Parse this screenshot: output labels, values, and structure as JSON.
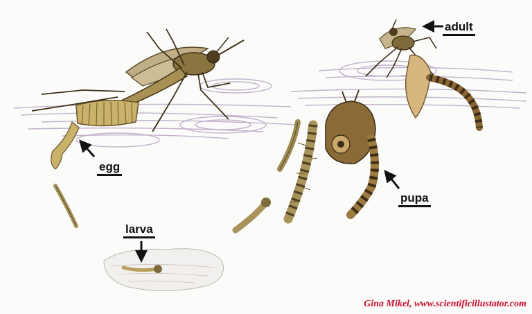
{
  "labels": {
    "egg": "egg",
    "larva": "larva",
    "pupa": "pupa",
    "adult": "adult"
  },
  "credit": "Gina Mikel, www.scientificillustator.com",
  "colors": {
    "credit": "#c8102e",
    "water": "#b9a6c4",
    "body": "#8a7440",
    "body_dark": "#4e3e20",
    "body_light": "#c9b26a",
    "ink": "#111111"
  }
}
